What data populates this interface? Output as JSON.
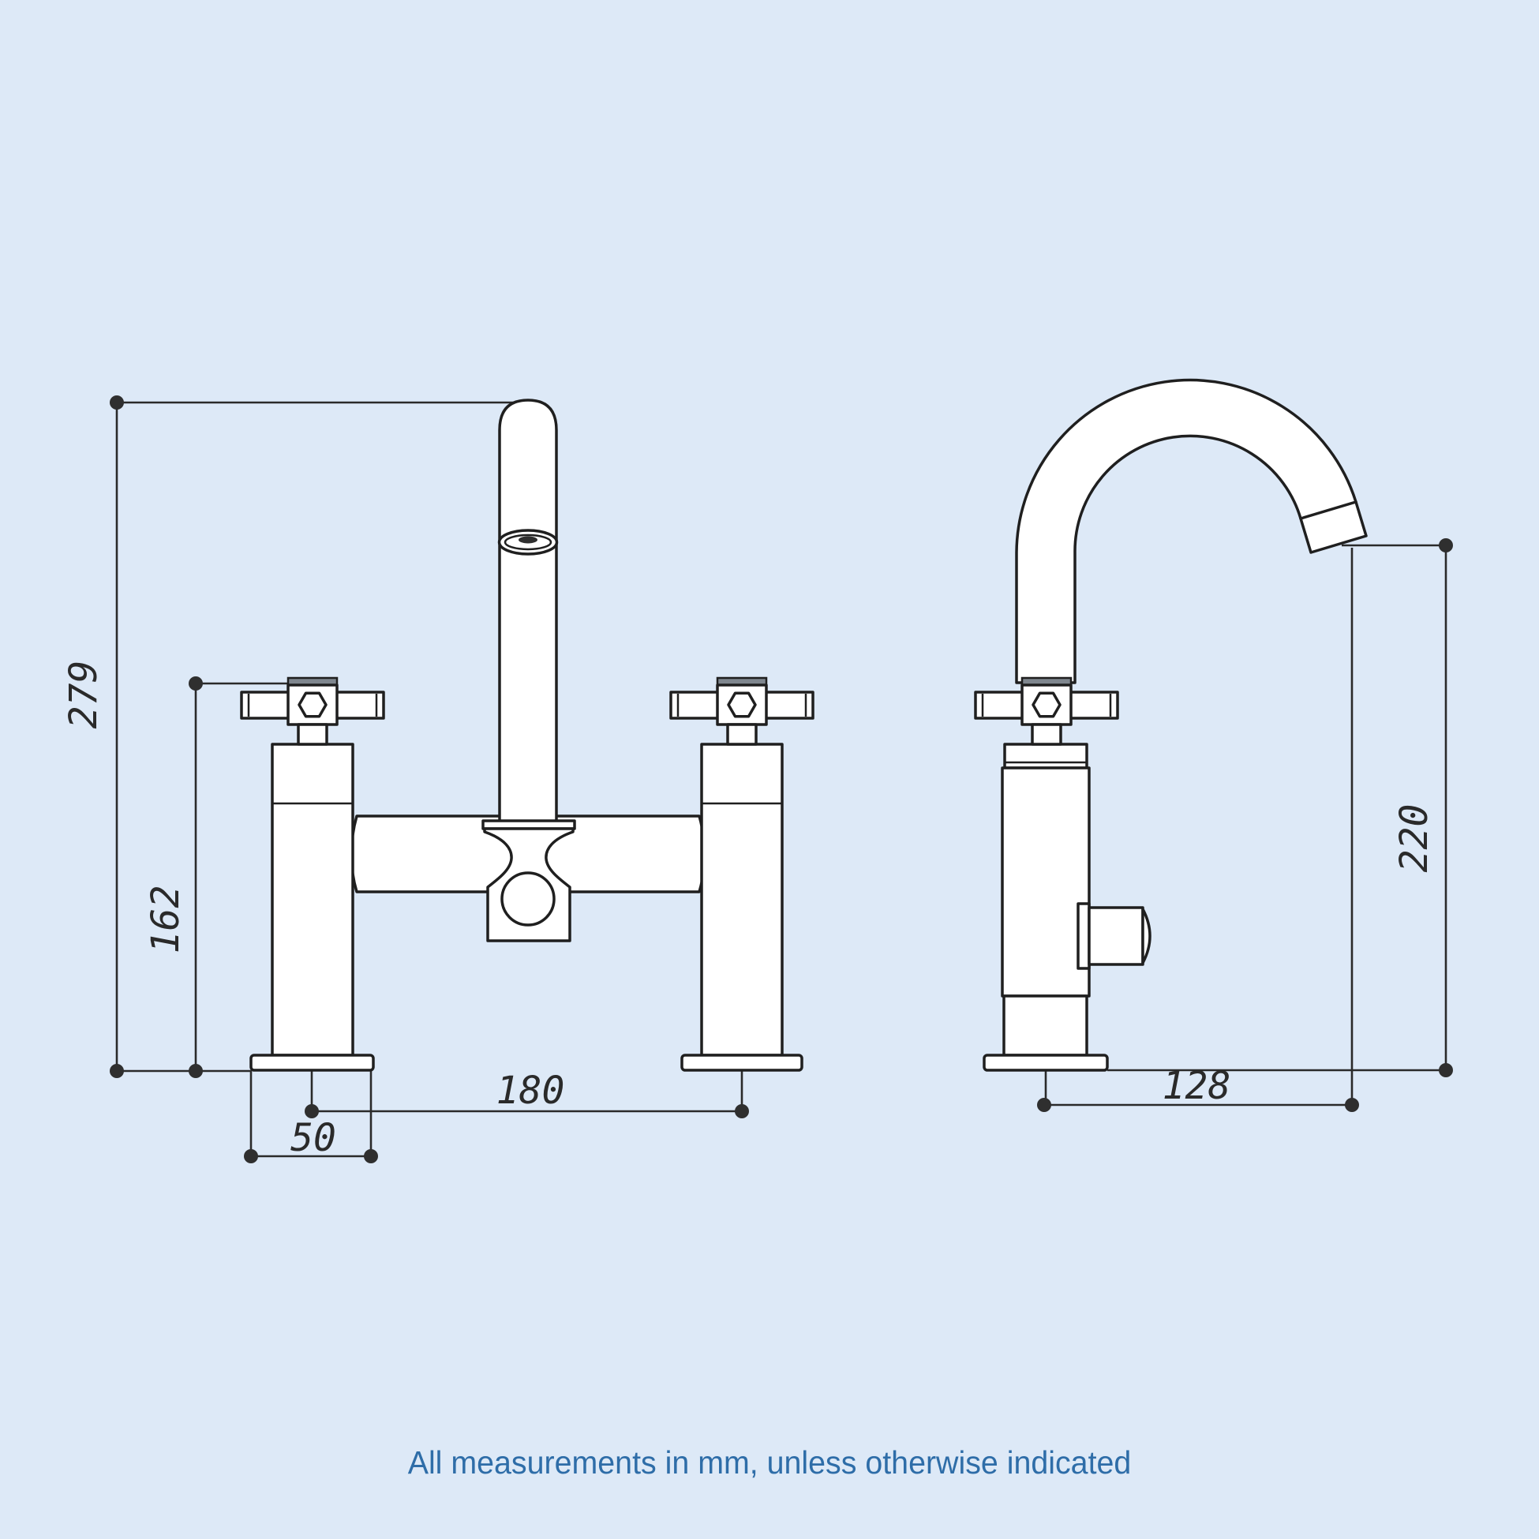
{
  "diagram": {
    "type": "technical-drawing",
    "subject": "bath-mixer-tap",
    "caption": "All measurements in mm, unless otherwise indicated",
    "units": "mm",
    "views": {
      "front": {
        "label": "front-view",
        "dimensions": {
          "overall_height": "279",
          "height_to_handles": "162",
          "tap_hole_centres": "180",
          "base_flange_width": "50"
        }
      },
      "side": {
        "label": "side-view",
        "dimensions": {
          "spout_outlet_height": "220",
          "spout_projection": "128"
        }
      }
    },
    "colors": {
      "background": "#dde9f7",
      "line": "#1f1f1f",
      "caption_text": "#2e6da8",
      "metal_gray": "#7f868e",
      "body_fill": "#ffffff"
    }
  }
}
